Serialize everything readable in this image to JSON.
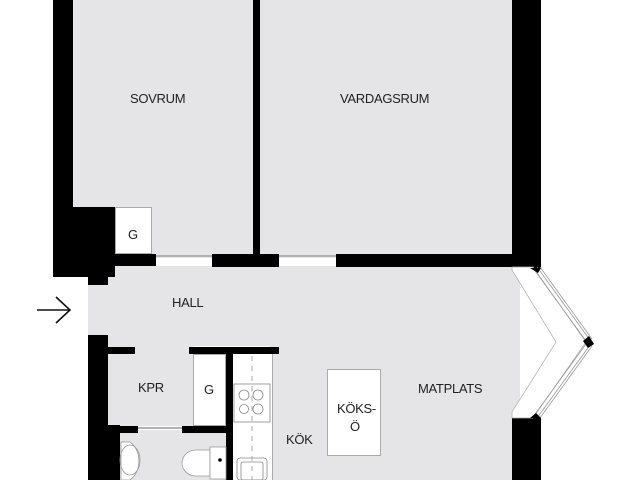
{
  "plan": {
    "rooms": [
      {
        "id": "sovrum",
        "label": "SOVRUM"
      },
      {
        "id": "vardagsrum",
        "label": "VARDAGSRUM"
      },
      {
        "id": "hall",
        "label": "HALL"
      },
      {
        "id": "kpr",
        "label": "KPR"
      },
      {
        "id": "kok",
        "label": "KÖK"
      },
      {
        "id": "matplats",
        "label": "MATPLATS"
      }
    ],
    "closets": [
      {
        "id": "closet-sovrum",
        "label": "G"
      },
      {
        "id": "closet-hall",
        "label": "G"
      }
    ],
    "island": {
      "line1": "KÖKS-",
      "line2": "Ö"
    },
    "entrance": {
      "icon": "arrow-right-icon"
    },
    "colors": {
      "floor": "#e5e5e7",
      "wall": "#000000",
      "background": "#ffffff",
      "text": "#222222"
    }
  }
}
